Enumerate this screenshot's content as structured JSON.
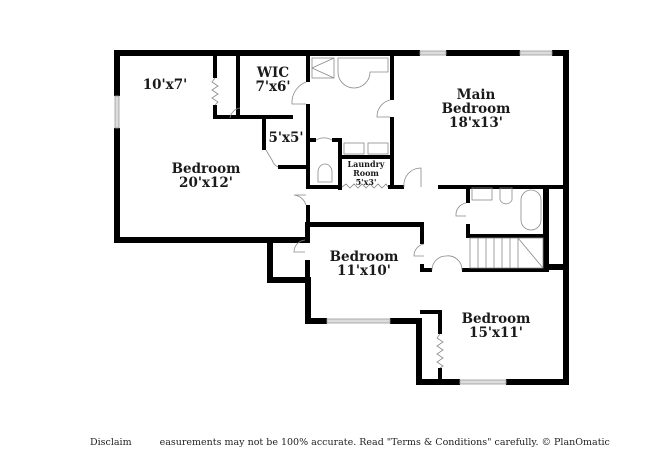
{
  "floorplan": {
    "colors": {
      "wall": "#000000",
      "window": "#d9d9d9",
      "fixture": "#888888",
      "background": "#ffffff"
    },
    "rooms": [
      {
        "id": "closet-10x7",
        "name": "",
        "dims": "10'x7'"
      },
      {
        "id": "wic",
        "name": "WIC",
        "dims": "7'x6'"
      },
      {
        "id": "closet-5x5",
        "name": "",
        "dims": "5'x5'"
      },
      {
        "id": "bedroom-20x12",
        "name": "Bedroom",
        "dims": "20'x12'"
      },
      {
        "id": "laundry",
        "name": "Laundry Room",
        "name_line1": "Laundry",
        "name_line2": "Room",
        "dims": "5'x3'"
      },
      {
        "id": "main-bedroom",
        "name": "Main Bedroom",
        "name_line1": "Main",
        "name_line2": "Bedroom",
        "dims": "18'x13'"
      },
      {
        "id": "bedroom-11x10",
        "name": "Bedroom",
        "dims": "11'x10'"
      },
      {
        "id": "bedroom-15x11",
        "name": "Bedroom",
        "dims": "15'x11'"
      }
    ]
  },
  "disclaimer": {
    "part1": "Disclaim",
    "part2": "easurements may not be 100% accurate. Read \"Terms & Conditions\" carefully. © PlanOmatic"
  }
}
